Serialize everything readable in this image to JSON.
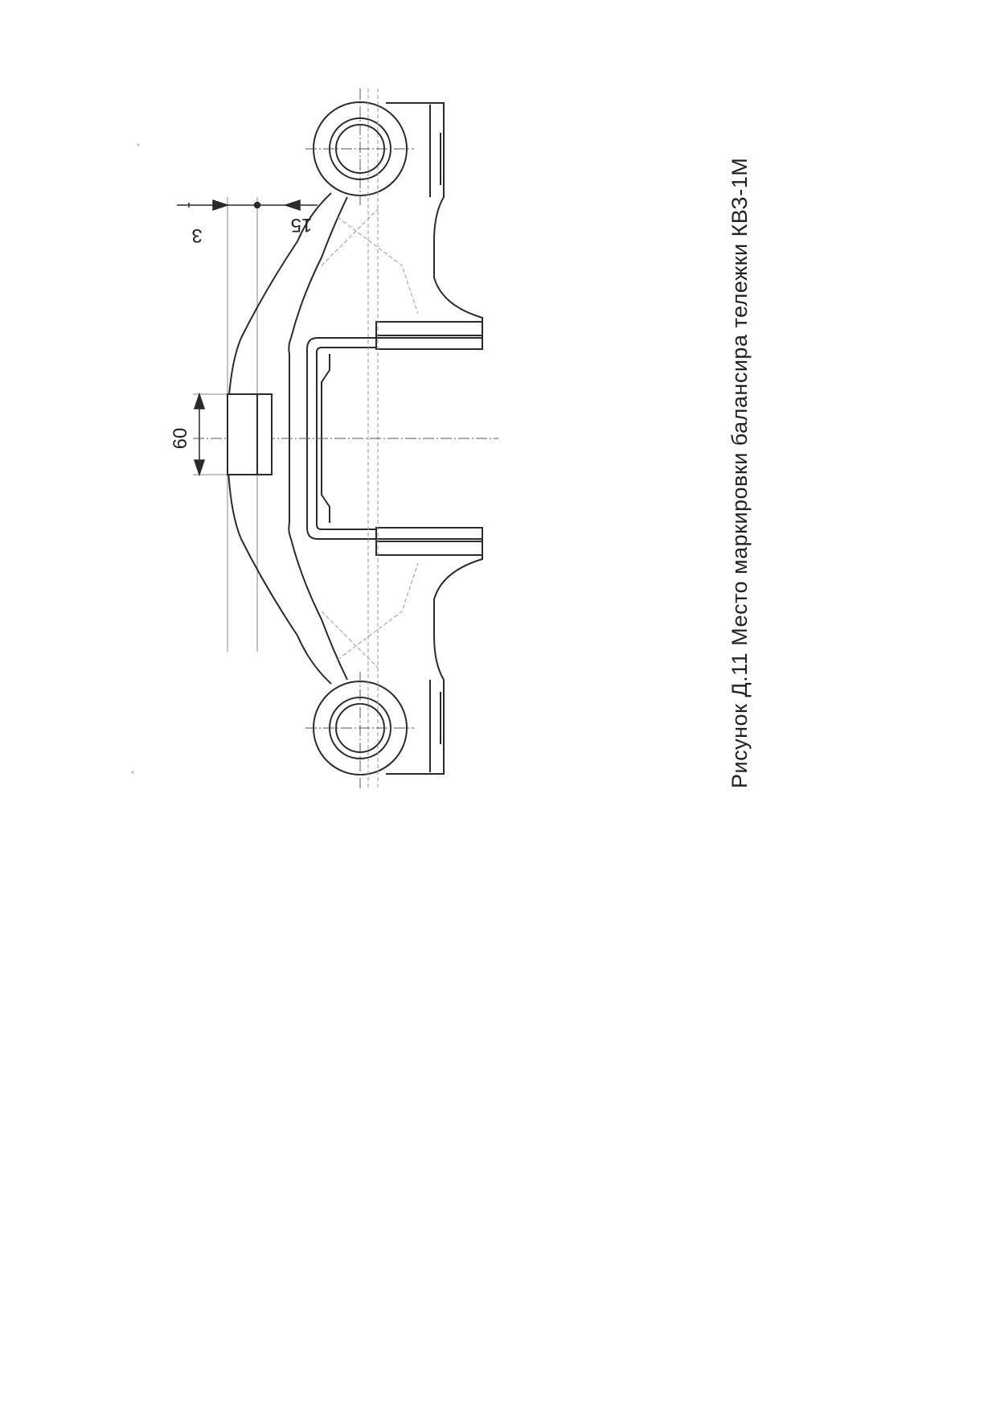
{
  "caption": "Рисунок Д.11 Место маркировки балансира тележки КВЗ-1М",
  "dimensions": {
    "mark_length": "60",
    "offset_large": "15",
    "offset_small": "3"
  },
  "colors": {
    "line": "#2b2b2b",
    "hidden_line": "#9a9a9a"
  }
}
